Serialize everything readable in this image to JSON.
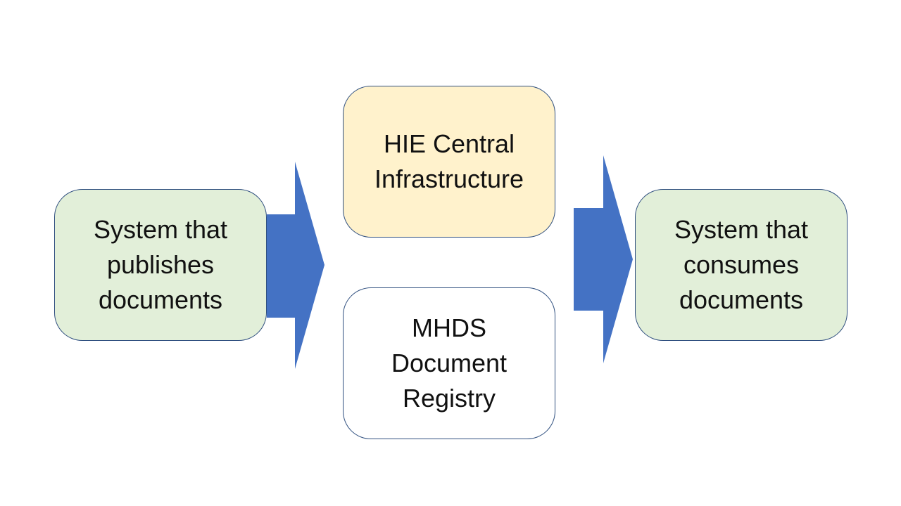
{
  "diagram": {
    "nodes": [
      {
        "id": "publisher",
        "label": "System that\npublishes\ndocuments",
        "fill": "#e2efd9"
      },
      {
        "id": "hie",
        "label": "HIE Central\nInfrastructure",
        "fill": "#fff2cc"
      },
      {
        "id": "registry",
        "label": "MHDS\nDocument\nRegistry",
        "fill": "#ffffff"
      },
      {
        "id": "consumer",
        "label": "System that\nconsumes\ndocuments",
        "fill": "#e2efd9"
      }
    ],
    "edges": [
      {
        "from": "publisher",
        "to": "hie"
      },
      {
        "from": "publisher",
        "to": "registry"
      },
      {
        "from": "hie",
        "to": "consumer"
      },
      {
        "from": "registry",
        "to": "consumer"
      }
    ],
    "colors": {
      "arrow": "#4472c4",
      "border": "#2f4f7f"
    }
  }
}
